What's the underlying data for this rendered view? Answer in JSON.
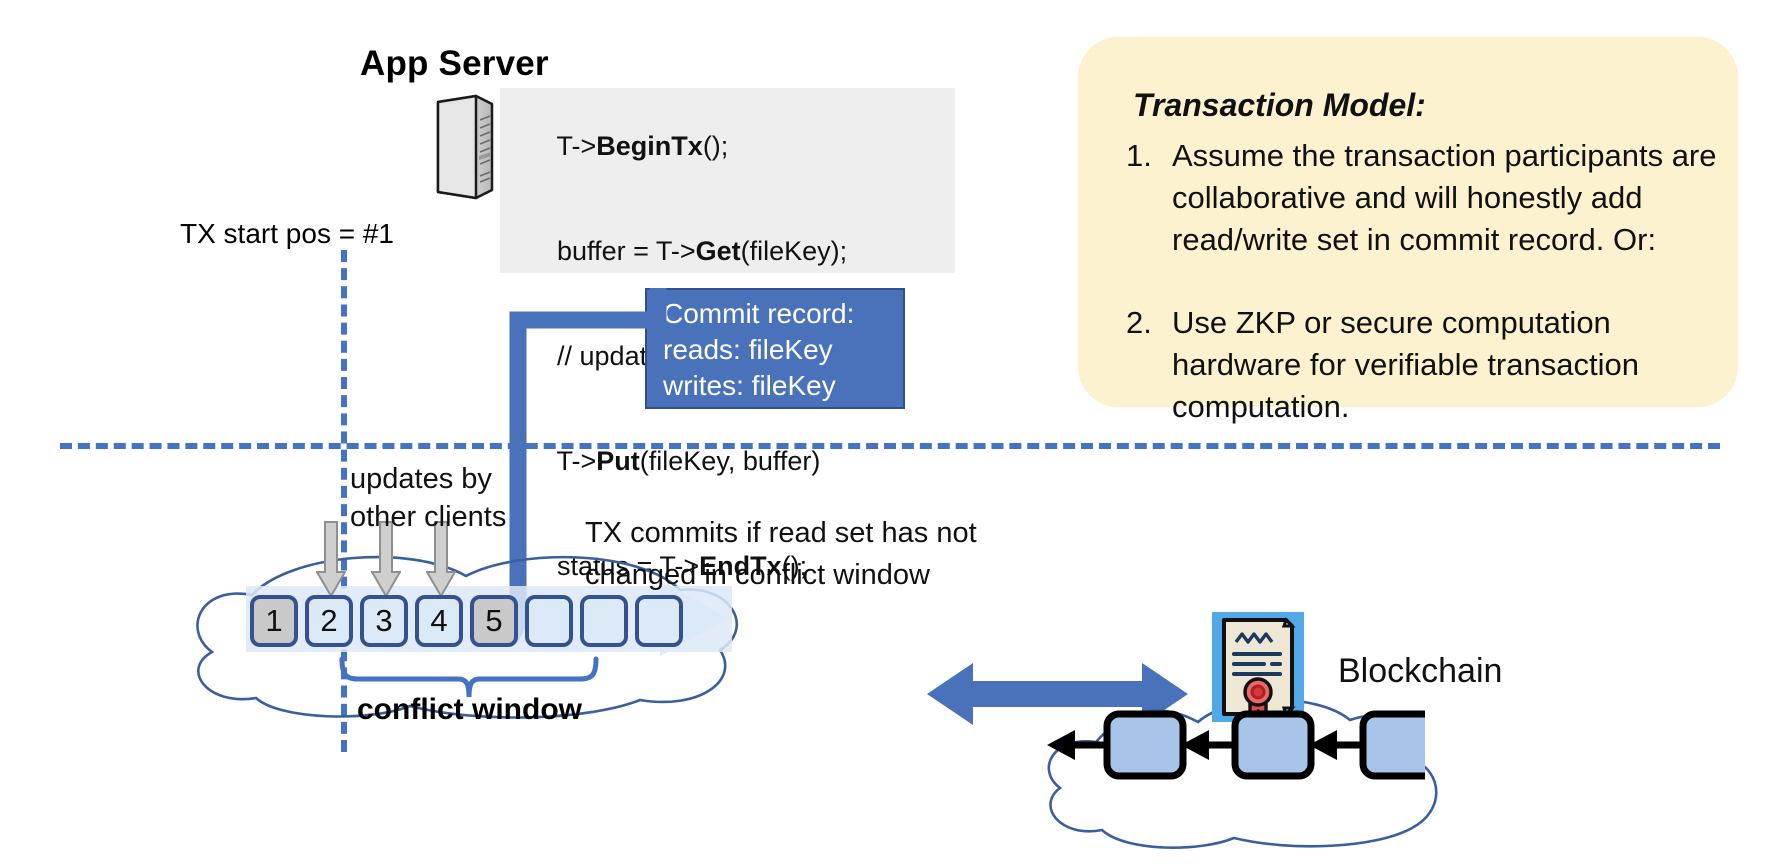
{
  "app_server": {
    "title": "App Server",
    "icon": "server-tower-icon"
  },
  "code_block": {
    "lines": [
      {
        "pre": "T->",
        "bold": "BeginTx",
        "post": "();"
      },
      {
        "pre": "buffer = T->",
        "bold": "Get",
        "post": "(fileKey);"
      },
      {
        "pre": "// update buffer;",
        "bold": "",
        "post": ""
      },
      {
        "pre": "T->",
        "bold": "Put",
        "post": "(fileKey, buffer)"
      },
      {
        "pre": "status = T->",
        "bold": "EndTx",
        "post": "();"
      }
    ]
  },
  "tx_start": {
    "label": "TX start pos = #1"
  },
  "commit_record": {
    "title": "Commit record:",
    "reads": "reads: fileKey",
    "writes": "writes: fileKey",
    "bg_color": "#4a72ba"
  },
  "transaction_model": {
    "title": "Transaction Model:",
    "bg_color": "#fdf2cf",
    "items": [
      {
        "num": "1.",
        "text": "Assume the transaction participants are collaborative and will honestly add read/write set in commit record.  Or:"
      },
      {
        "num": "2.",
        "text": "Use ZKP or secure computation hardware for verifiable transaction computation."
      }
    ]
  },
  "log": {
    "updates_label_line1": "updates by",
    "updates_label_line2": "other clients",
    "commit_note_line1": "TX commits if read set has not",
    "commit_note_line2": "changed in conflict window",
    "conflict_window_label": "conflict window",
    "boxes": [
      {
        "label": "1",
        "state": "filled"
      },
      {
        "label": "2",
        "state": "empty"
      },
      {
        "label": "3",
        "state": "empty"
      },
      {
        "label": "4",
        "state": "empty"
      },
      {
        "label": "5",
        "state": "filled"
      },
      {
        "label": "",
        "state": "empty"
      },
      {
        "label": "",
        "state": "empty"
      },
      {
        "label": "",
        "state": "empty"
      }
    ],
    "accent_color": "#4472c4",
    "box_fill_empty": "#dce9f7",
    "box_fill_filled": "#c9c9c9"
  },
  "blockchain": {
    "label": "Blockchain",
    "icon": "certificate-icon",
    "blocks": 3,
    "block_fill": "#a8c4e8"
  }
}
